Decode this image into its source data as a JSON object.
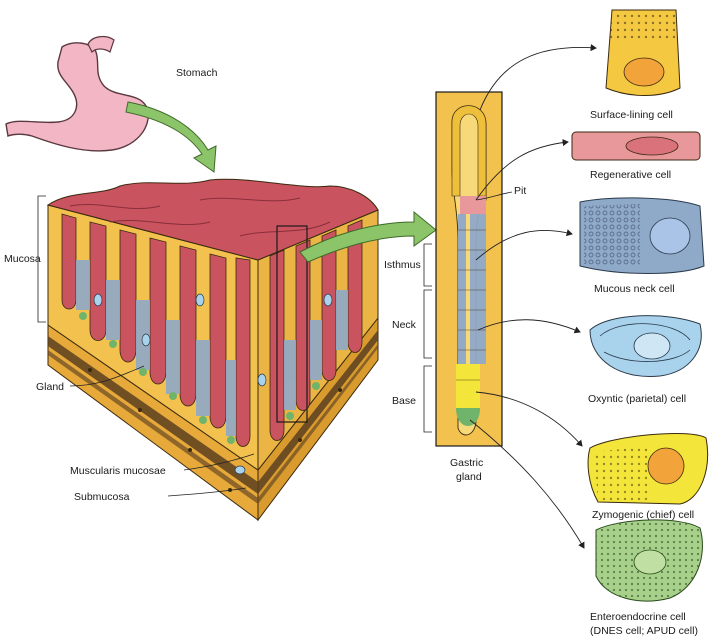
{
  "labels": {
    "stomach": "Stomach",
    "mucosa": "Mucosa",
    "gland": "Gland",
    "muscularis_mucosae": "Muscularis mucosae",
    "submucosa": "Submucosa",
    "pit": "Pit",
    "isthmus": "Isthmus",
    "neck": "Neck",
    "base": "Base",
    "gastric_gland_line1": "Gastric",
    "gastric_gland_line2": "gland"
  },
  "cells": [
    {
      "label": "Surface-lining cell"
    },
    {
      "label": "Regenerative cell"
    },
    {
      "label": "Mucous neck cell"
    },
    {
      "label": "Oxyntic (parietal) cell"
    },
    {
      "label": "Zymogenic (chief) cell"
    },
    {
      "label": "Enteroendocrine cell",
      "label2": "(DNES cell; APUD cell)"
    }
  ],
  "colors": {
    "tissue_yellow": "#f2c14e",
    "mucosa_red": "#c9535e",
    "stomach_pink": "#f2b6c4",
    "green_arrow": "#8cc46a",
    "mucous_blue": "#8fa9c9",
    "parietal_blue": "#a9d2ec",
    "chief_yellow": "#f4e53a",
    "endocrine_green": "#a7d08a",
    "regen_pink": "#e8989a"
  }
}
